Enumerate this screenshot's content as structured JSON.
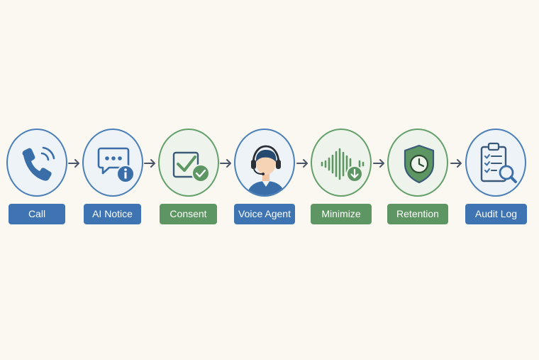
{
  "colors": {
    "background": "#fbf8f1",
    "blue": "#3f74b2",
    "blue_light": "#eef3f7",
    "green": "#5e9663",
    "green_light": "#eef4ec",
    "arrow": "#4a5568"
  },
  "steps": [
    {
      "label": "Call",
      "icon": "phone-icon",
      "color": "blue"
    },
    {
      "label": "AI Notice",
      "icon": "chat-bubble-info-icon",
      "color": "blue"
    },
    {
      "label": "Consent",
      "icon": "checkbox-check-icon",
      "color": "green"
    },
    {
      "label": "Voice Agent",
      "icon": "headset-agent-icon",
      "color": "blue"
    },
    {
      "label": "Minimize",
      "icon": "waveform-download-icon",
      "color": "green"
    },
    {
      "label": "Retention",
      "icon": "shield-clock-icon",
      "color": "green"
    },
    {
      "label": "Audit Log",
      "icon": "clipboard-search-icon",
      "color": "blue"
    }
  ]
}
